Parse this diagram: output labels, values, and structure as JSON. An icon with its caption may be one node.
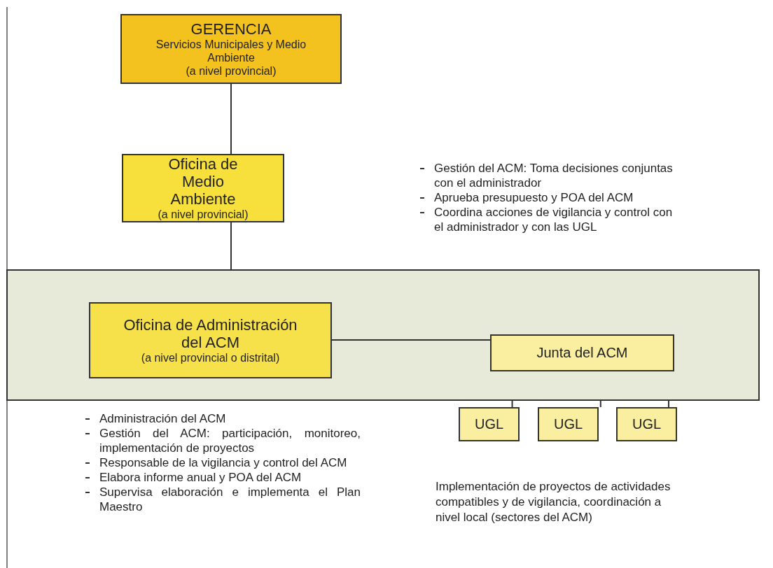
{
  "diagram": {
    "nodes": [
      {
        "text": [
          "GERENCIA",
          "Servicios Municipales y Medio Ambiente",
          "(a nivel provincial)"
        ]
      },
      {
        "text": [
          "Oficina de Medio Ambiente",
          "(a nivel provincial)"
        ]
      },
      {
        "text": [],
        "shape": "box"
      },
      {
        "text": [
          "Oficina de Administración del ACM",
          "(a nivel provincial o distrital)"
        ],
        "in": 2
      },
      {
        "text": [
          "Junta del ACM"
        ],
        "in": 2
      },
      {
        "text": [
          "UGL"
        ]
      },
      {
        "text": [
          "UGL"
        ]
      },
      {
        "text": [
          "UGL"
        ]
      }
    ],
    "edges": [
      {
        "from": 0,
        "to": 1,
        "arrow": "none"
      },
      {
        "from": 1,
        "to": 3,
        "arrow": "none"
      },
      {
        "from": 3,
        "to": 4,
        "arrow": "none"
      },
      {
        "from": 4,
        "to": 5,
        "arrow": "none"
      },
      {
        "from": 4,
        "to": 6,
        "arrow": "none"
      },
      {
        "from": 4,
        "to": 7,
        "arrow": "none"
      }
    ],
    "labels": [
      "Gestión del ACM: Toma decisiones conjuntas con el administrador",
      "Aprueba presupuesto y POA del ACM",
      "Coordina acciones de vigilancia y control con el administrador y con las UGL",
      "Administración del ACM",
      "Gestión del ACM: participación, monitoreo, implementación de proyectos",
      "Responsable de la vigilancia y control del ACM",
      "Elabora informe anual y POA del ACM",
      "Supervisa elaboración e implementa el Plan Maestro",
      "Implementación de proyectos de actividades compatibles y de vigilancia, coordinación a nivel local (sectores del ACM)"
    ]
  }
}
